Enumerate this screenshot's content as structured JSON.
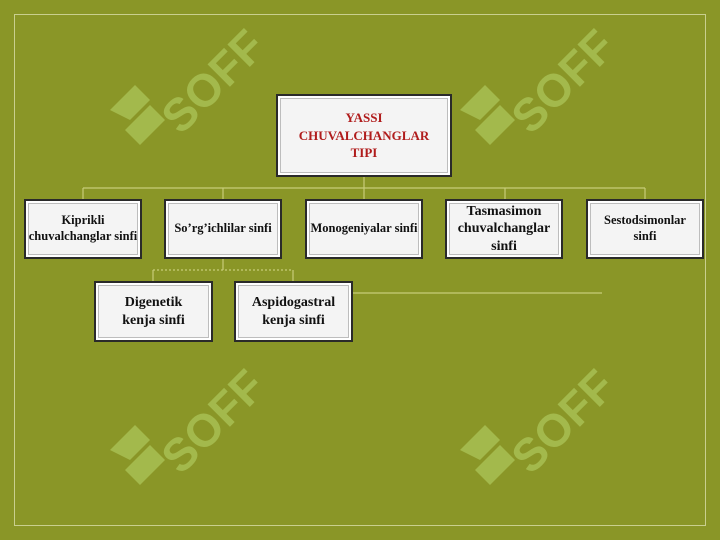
{
  "watermark": {
    "text": "SOFF",
    "color": "#b9d66b"
  },
  "diagram": {
    "root": "YASSI CHUVALCHANGLAR TIPI",
    "classes": [
      "Kiprikli chuvalchanglar sinfi",
      "So’rg’ichlilar sinfi",
      "Monogeniyalar sinfi",
      "Tasmasimon chuvalchanglar sinfi",
      "Sestodsimonlar sinfi"
    ],
    "subclasses": [
      "Digenetik kenja sinfi",
      "Aspidogastral kenja sinfi"
    ]
  },
  "colors": {
    "background": "#8a9627",
    "root_text": "#b01c1c",
    "box_fill": "#f4f4f4",
    "connector": "#c8cc7a"
  }
}
